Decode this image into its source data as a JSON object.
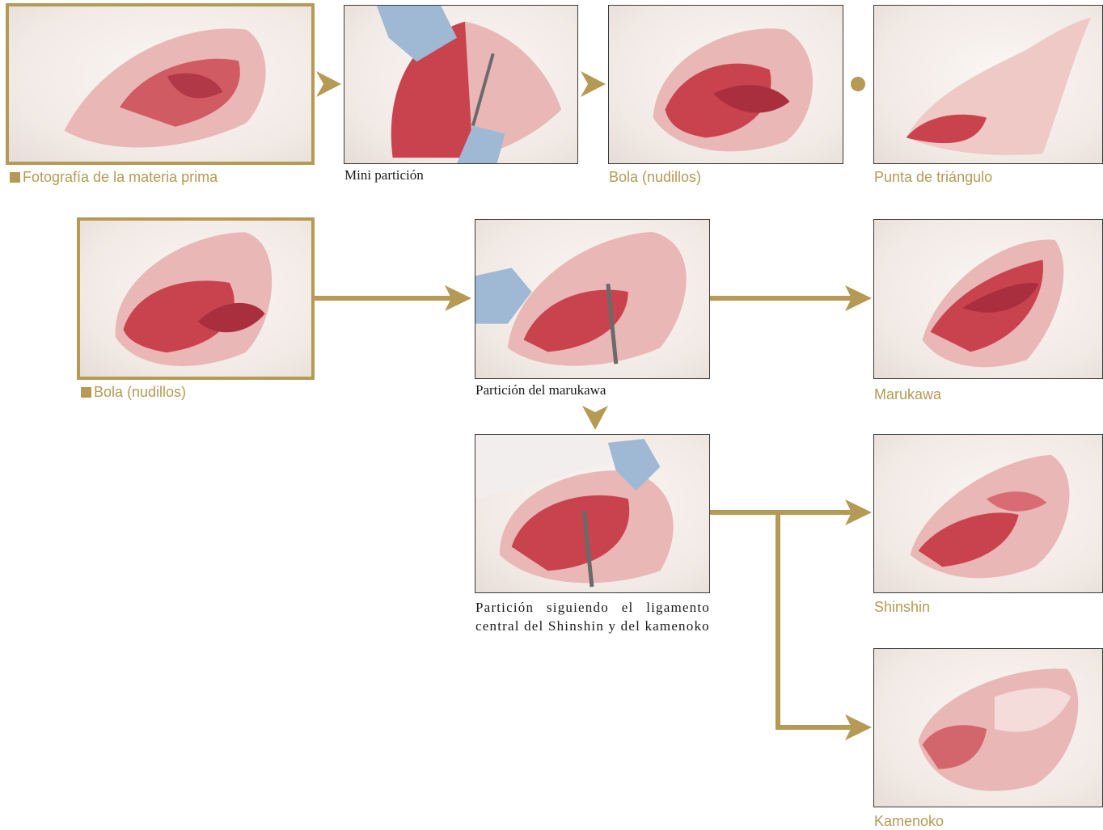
{
  "colors": {
    "accent": "#b49a54",
    "frame": "#b49a54",
    "meat": "#c9434f",
    "fat": "#e9b8b6"
  },
  "row1": {
    "items": [
      {
        "id": "raw-material",
        "caption": "Fotografía de la materia prima",
        "framed": true
      },
      {
        "id": "mini-partition",
        "caption": "Mini partición",
        "framed": false
      },
      {
        "id": "bola",
        "caption": "Bola (nudillos)",
        "framed": false
      },
      {
        "id": "punta",
        "caption": "Punta de triángulo",
        "framed": false
      }
    ]
  },
  "row2": {
    "source": {
      "caption": "Bola (nudillos)"
    },
    "step1": {
      "caption": "Partición del marukawa"
    },
    "step2": {
      "caption": "Partición siguiendo el ligamento central del Shinshin y del kamenoko"
    },
    "results": [
      {
        "id": "marukawa",
        "caption": "Marukawa"
      },
      {
        "id": "shinshin",
        "caption": "Shinshin"
      },
      {
        "id": "kamenoko",
        "caption": "Kamenoko"
      }
    ]
  }
}
